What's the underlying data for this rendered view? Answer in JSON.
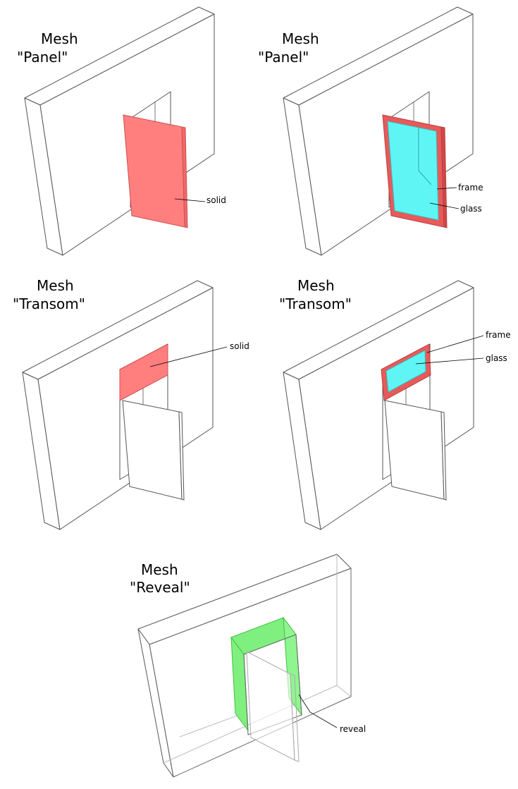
{
  "colors": {
    "solid": "#ff7f7f",
    "frame": "#e85a5a",
    "glass": "#5ff5f5",
    "reveal": "#7ff07f",
    "line": "#555555"
  },
  "panels": [
    {
      "title_line1": "Mesh",
      "title_line2": "\"Panel\"",
      "labels": {
        "solid": "solid"
      }
    },
    {
      "title_line1": "Mesh",
      "title_line2": "\"Panel\"",
      "labels": {
        "frame": "frame",
        "glass": "glass"
      }
    },
    {
      "title_line1": "Mesh",
      "title_line2": "\"Transom\"",
      "labels": {
        "solid": "solid"
      }
    },
    {
      "title_line1": "Mesh",
      "title_line2": "\"Transom\"",
      "labels": {
        "frame": "frame",
        "glass": "glass"
      }
    },
    {
      "title_line1": "Mesh",
      "title_line2": "\"Reveal\"",
      "labels": {
        "reveal": "reveal"
      }
    }
  ]
}
